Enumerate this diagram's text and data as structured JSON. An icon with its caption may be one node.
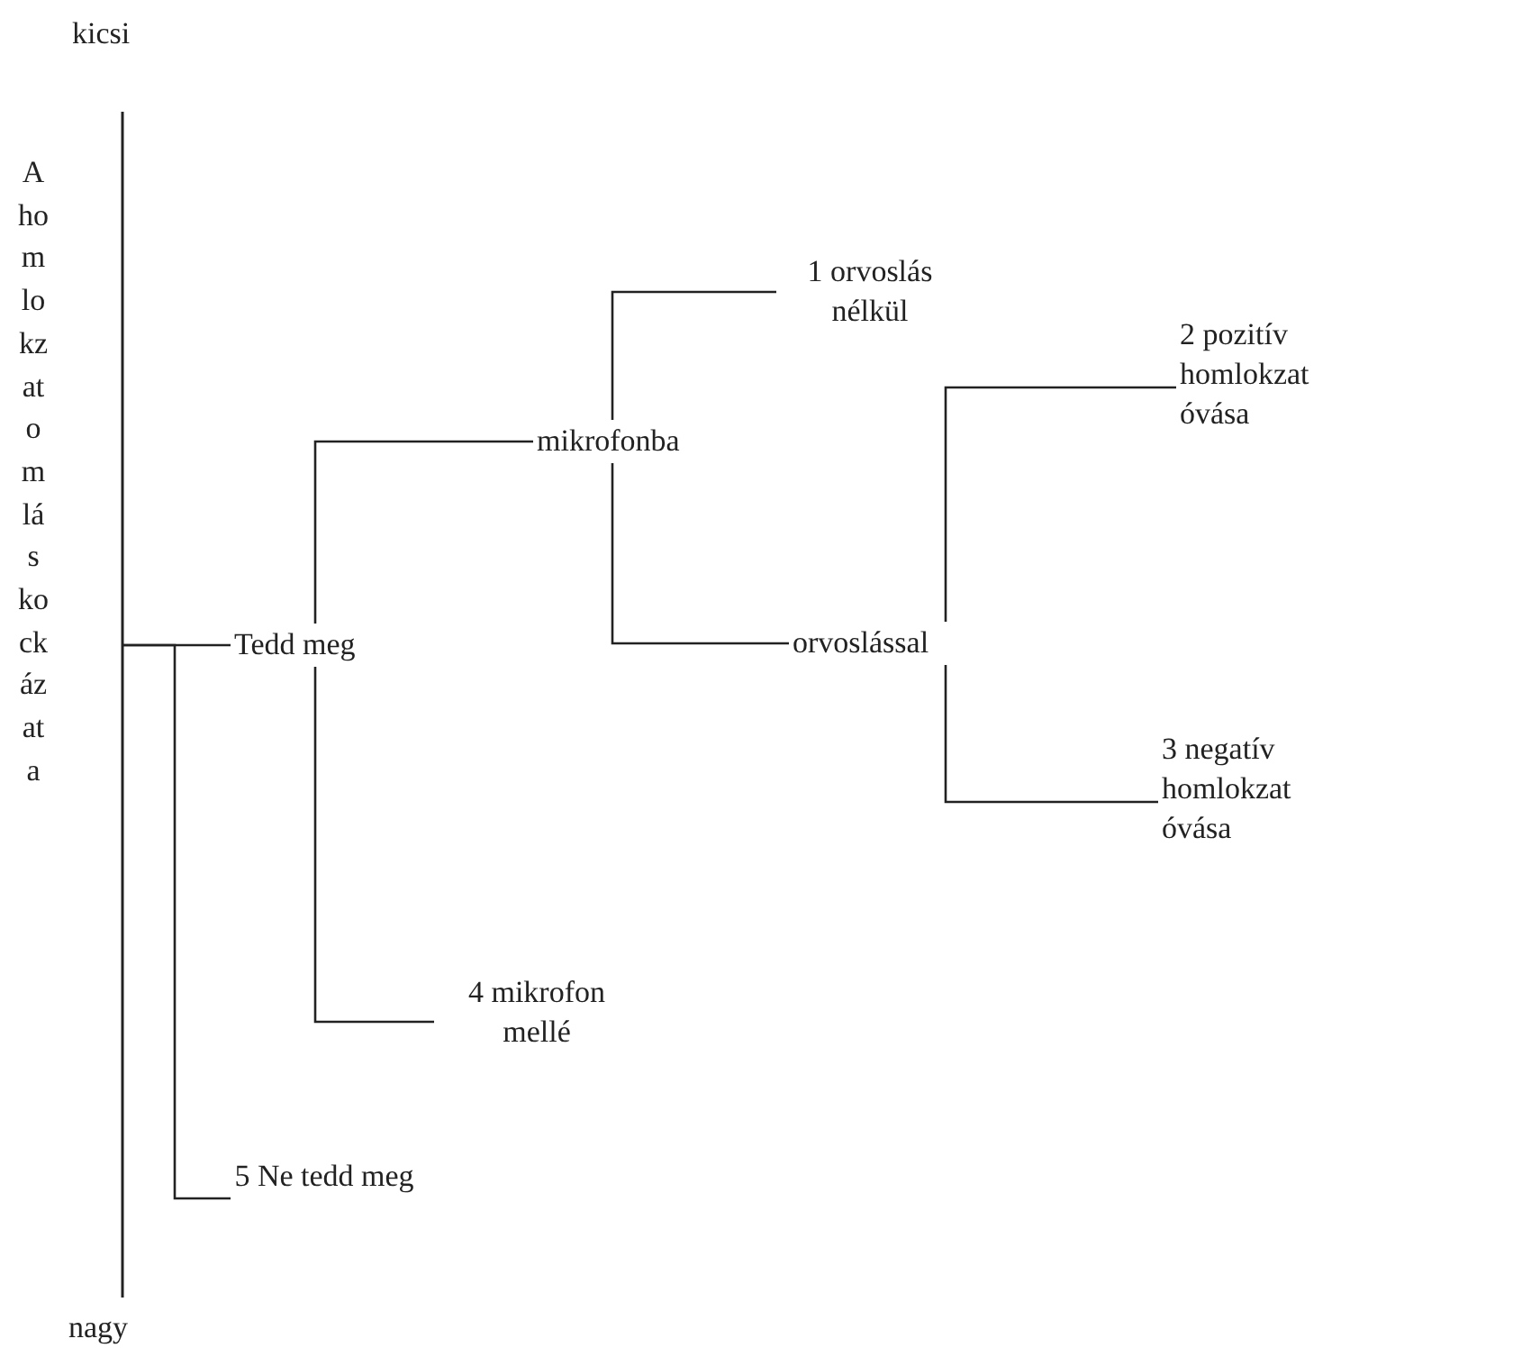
{
  "diagram": {
    "nodes": [
      {
        "text": [
          "Tedd meg"
        ]
      },
      {
        "text": [
          "mikrofonba"
        ]
      },
      {
        "text": [
          "1 orvoslás nélkül"
        ]
      },
      {
        "text": [
          "orvoslással"
        ]
      },
      {
        "text": [
          "2 pozitív homlokzat óvása"
        ]
      },
      {
        "text": [
          "3 negatív homlokzat óvása"
        ]
      },
      {
        "text": [
          "4 mikrofon mellé"
        ]
      },
      {
        "text": [
          "5 Ne tedd meg"
        ]
      }
    ],
    "edges": [
      {
        "from": null,
        "to": 0,
        "arrow": "none"
      },
      {
        "from": null,
        "to": 7,
        "arrow": "none"
      },
      {
        "from": 0,
        "to": 1,
        "arrow": "none"
      },
      {
        "from": 0,
        "to": 6,
        "arrow": "none"
      },
      {
        "from": 1,
        "to": 2,
        "arrow": "none"
      },
      {
        "from": 1,
        "to": 3,
        "arrow": "none"
      },
      {
        "from": 3,
        "to": 4,
        "arrow": "none"
      },
      {
        "from": 3,
        "to": 5,
        "arrow": "none"
      }
    ],
    "labels": [
      "kicsi",
      "A homlokzatomlás kockázata",
      "nagy"
    ]
  }
}
